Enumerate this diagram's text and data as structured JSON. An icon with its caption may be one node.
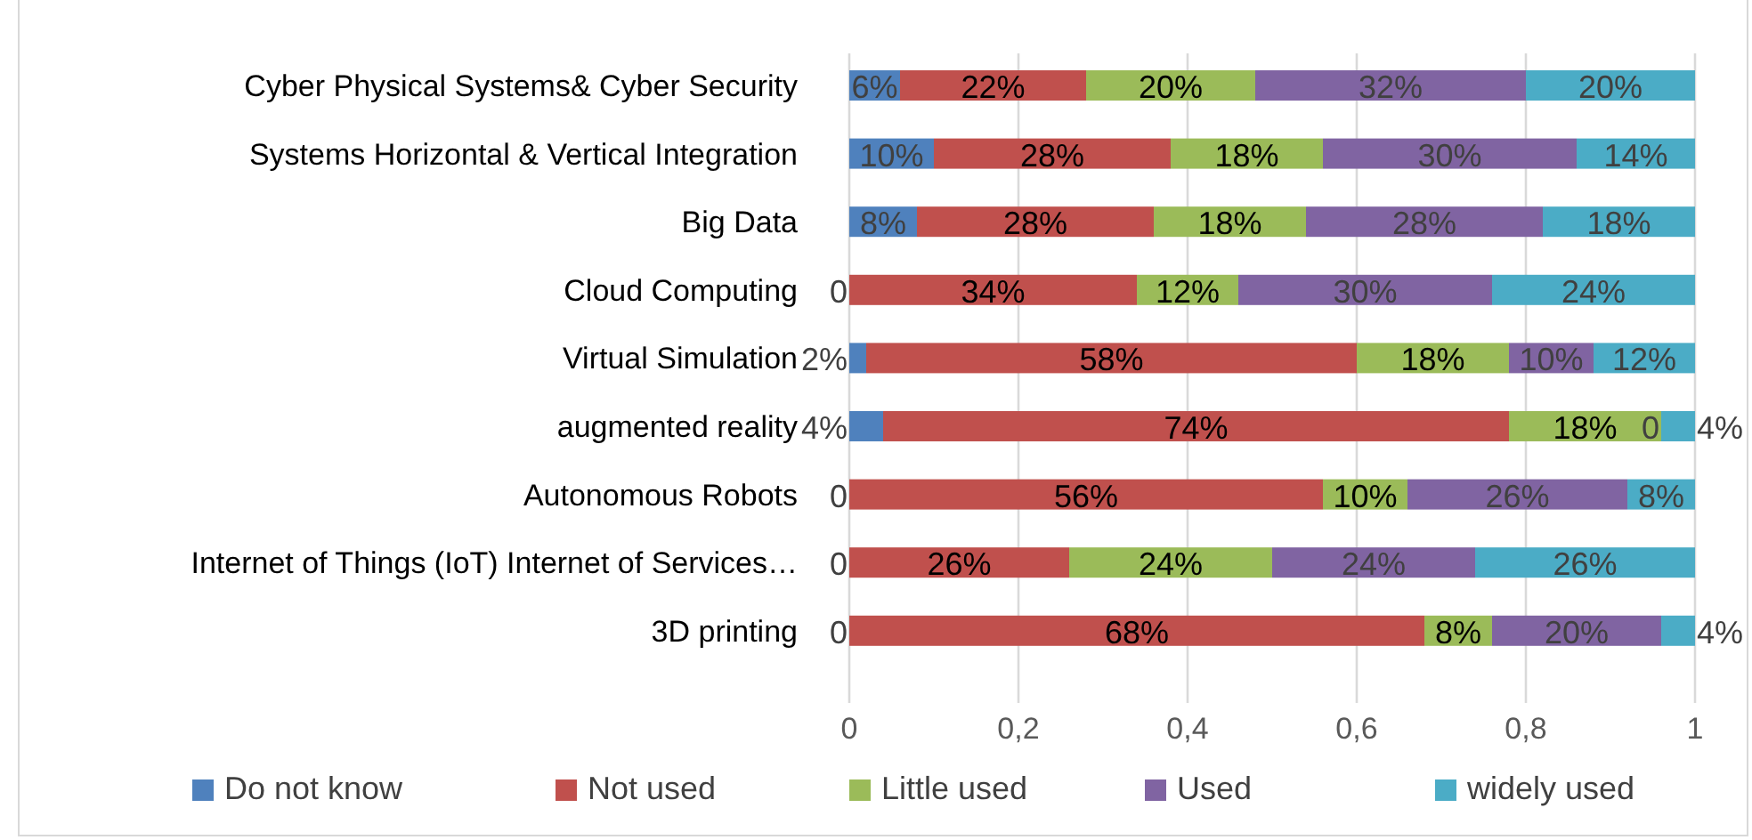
{
  "diagram": {
    "chart_data": {
      "type": "bar",
      "orientation": "horizontal",
      "stacked": true,
      "categories": [
        "Cyber Physical Systems& Cyber Security",
        "Systems Horizontal & Vertical  Integration",
        "Big Data",
        "Cloud Computing",
        "Virtual Simulation",
        "augmented reality",
        "Autonomous Robots",
        "Internet of Things (IoT) Internet of Services…",
        "3D printing"
      ],
      "series": [
        {
          "name": "Do not know",
          "color": "#4f81bd",
          "values": [
            0.06,
            0.1,
            0.08,
            0,
            0.02,
            0.04,
            0,
            0,
            0
          ]
        },
        {
          "name": "Not used",
          "color": "#c0504d",
          "values": [
            0.22,
            0.28,
            0.28,
            0.34,
            0.58,
            0.74,
            0.56,
            0.26,
            0.68
          ]
        },
        {
          "name": "Little used",
          "color": "#9bbb59",
          "values": [
            0.2,
            0.18,
            0.18,
            0.12,
            0.18,
            0.18,
            0.1,
            0.24,
            0.08
          ]
        },
        {
          "name": "Used",
          "color": "#8064a2",
          "values": [
            0.32,
            0.3,
            0.28,
            0.3,
            0.1,
            0,
            0.26,
            0.24,
            0.2
          ]
        },
        {
          "name": "widely used",
          "color": "#4bacc6",
          "values": [
            0.2,
            0.14,
            0.18,
            0.24,
            0.12,
            0.04,
            0.08,
            0.26,
            0.04
          ]
        }
      ],
      "value_labels": [
        [
          "6%",
          "10%",
          "8%",
          "0",
          "2%",
          "4%",
          "0",
          "0",
          "0"
        ],
        [
          "22%",
          "28%",
          "28%",
          "34%",
          "58%",
          "74%",
          "56%",
          "26%",
          "68%"
        ],
        [
          "20%",
          "18%",
          "18%",
          "12%",
          "18%",
          "18%",
          "10%",
          "24%",
          "8%"
        ],
        [
          "32%",
          "30%",
          "28%",
          "30%",
          "10%",
          "0",
          "26%",
          "24%",
          "20%"
        ],
        [
          "20%",
          "14%",
          "18%",
          "24%",
          "12%",
          "4%",
          "8%",
          "26%",
          "4%"
        ]
      ],
      "grid": true,
      "legend": true,
      "xlim": [
        0,
        1
      ],
      "xticks": [
        {
          "value": 0,
          "label": "0"
        },
        {
          "value": 0.2,
          "label": "0,2"
        },
        {
          "value": 0.4,
          "label": "0,4"
        },
        {
          "value": 0.6,
          "label": "0,6"
        },
        {
          "value": 0.8,
          "label": "0,8"
        },
        {
          "value": 1,
          "label": "1"
        }
      ]
    }
  }
}
